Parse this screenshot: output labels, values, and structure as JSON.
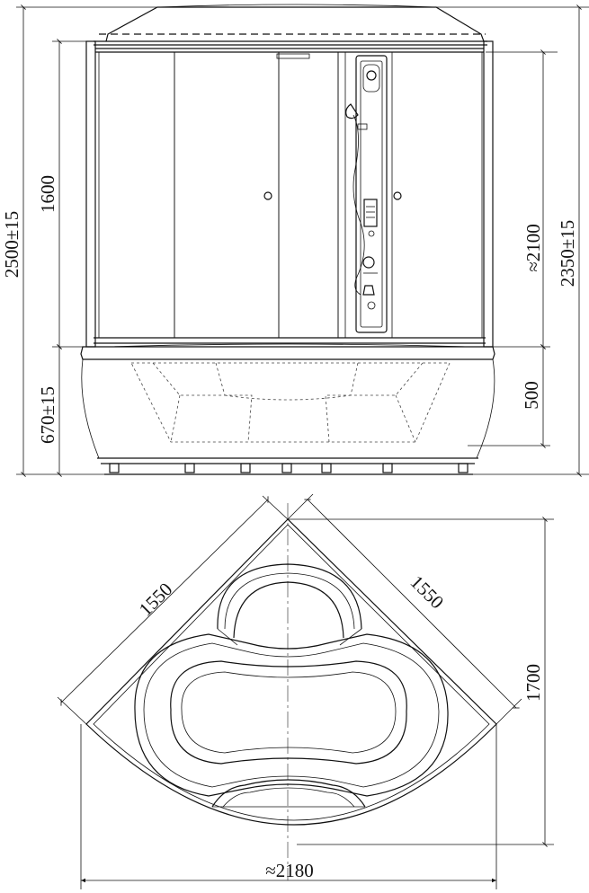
{
  "front_view": {
    "dims": {
      "total_height": "2500±15",
      "glass_height": "1600",
      "cabin_height": "≈2100",
      "height_no_base": "2350±15",
      "base_height": "670±15",
      "tub_height": "500"
    }
  },
  "plan_view": {
    "dims": {
      "side_left": "1550",
      "side_right": "1550",
      "depth": "1700",
      "width": "≈2180"
    }
  }
}
